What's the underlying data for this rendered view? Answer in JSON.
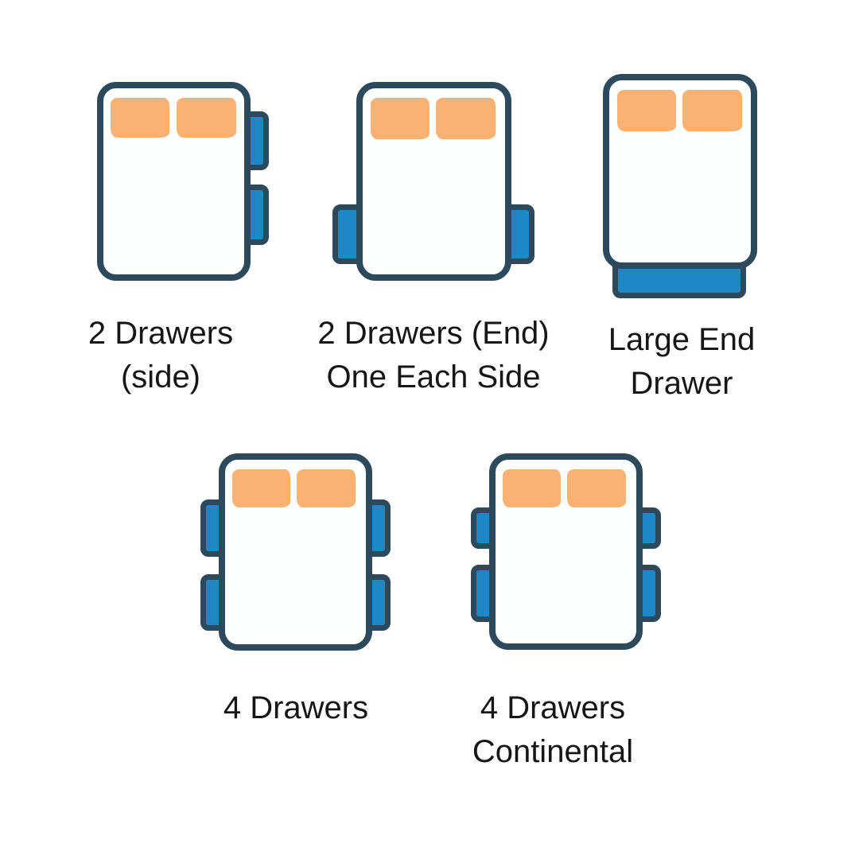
{
  "diagram": {
    "items": [
      {
        "id": "2-drawers-side",
        "label_line1": "2 Drawers",
        "label_line2": "(side)"
      },
      {
        "id": "2-drawers-end",
        "label_line1": "2 Drawers (End)",
        "label_line2": "One Each Side"
      },
      {
        "id": "large-end-drawer",
        "label_line1": "Large End",
        "label_line2": "Drawer"
      },
      {
        "id": "4-drawers",
        "label_line1": "4 Drawers",
        "label_line2": ""
      },
      {
        "id": "4-drawers-continental",
        "label_line1": "4 Drawers",
        "label_line2": "Continental"
      }
    ]
  },
  "colors": {
    "outline": "#2d4a5c",
    "drawer_fill": "#1e87c5",
    "pillow_fill": "#f9b273",
    "bed_fill": "#fdfefe",
    "label_text": "#161616",
    "background": "#ffffff"
  }
}
